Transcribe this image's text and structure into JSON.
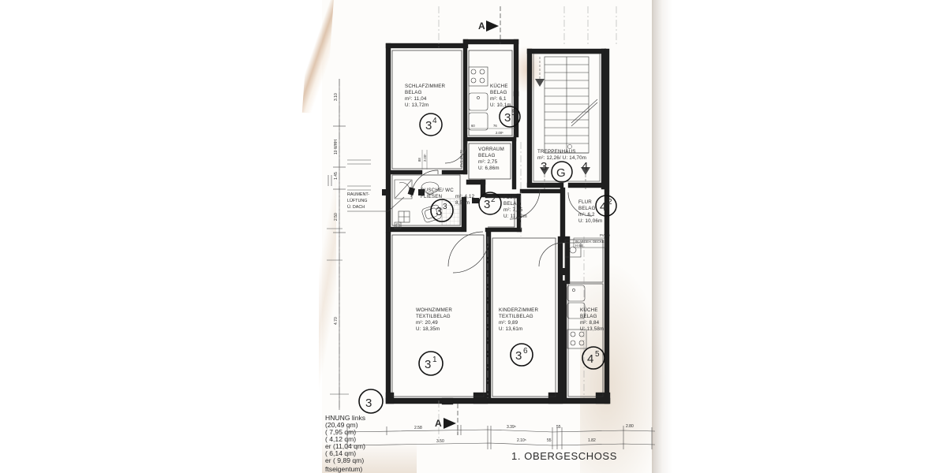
{
  "document": {
    "title": "1. OBERGESCHOSS",
    "type": "architectural-floor-plan",
    "language": "de"
  },
  "section_markers": {
    "top_label": "A",
    "bottom_label": "A"
  },
  "notes": {
    "roof_vent": "RAUMENT-\nLÜFTUNG\nÜ. DACH",
    "roof_vent_l1": "RAUMENT-",
    "roof_vent_l2": "LÜFTUNG",
    "roof_vent_l3": "Ü. DACH",
    "pvc_riser": "PVC DN 70",
    "pvc_right": "PVC D",
    "abgeh_decke_l1": "IN ABGEH. DECKE",
    "abgeh_decke_l2": "H 65)"
  },
  "rooms": [
    {
      "id": "3.4",
      "name": "SCHLAFZIMMER",
      "floor": "BELAG",
      "area_label": "m²: 11,04",
      "perimeter_label": "U:  13,72m",
      "tag_main": "3",
      "tag_sup": "4"
    },
    {
      "id": "3.5",
      "name": "KÜCHE",
      "floor": "BELAG",
      "area_label": "m²: 6,1",
      "perimeter_label": "U:  10,1m",
      "tag_main": "3",
      "tag_sup": "5"
    },
    {
      "id": "3.0",
      "name": "VORRAUM",
      "floor": "BELAG",
      "area_label": "m²: 2,75",
      "perimeter_label": "U:  6,86m",
      "tag_main": "",
      "tag_sup": ""
    },
    {
      "id": "3.3",
      "name": "DUSCHE/ WC",
      "floor": "FLIESEN",
      "area_label": "m²: 4,12",
      "perimeter_label": "8,56m",
      "tag_main": "3",
      "tag_sup": "3"
    },
    {
      "id": "3.2",
      "name": "FLUR",
      "floor": "BELAG",
      "area_label": "m²: 7,95",
      "perimeter_label": "U:  11,12m",
      "tag_main": "3",
      "tag_sup": "2"
    },
    {
      "id": "4.2",
      "name": "FLUR",
      "floor": "BELAG",
      "area_label": "m²: 6,2",
      "perimeter_label": "U:  10,06m",
      "tag_main": "4",
      "tag_sup": "2"
    },
    {
      "id": "3.1",
      "name": "WOHNZIMMER",
      "floor": "TEXTILBELAG",
      "area_label": "m²: 20,49",
      "perimeter_label": "U:  18,35m",
      "tag_main": "3",
      "tag_sup": "1"
    },
    {
      "id": "3.6",
      "name": "KINDERZIMMER",
      "floor": "TEXTILBELAG",
      "area_label": "m²: 9,89",
      "perimeter_label": "U:  13,61m",
      "tag_main": "3",
      "tag_sup": "6"
    },
    {
      "id": "4.5",
      "name": "KÜCHE",
      "floor": "BELAG",
      "area_label": "m²: 8,84",
      "perimeter_label": "U:  13,58m",
      "tag_main": "4",
      "tag_sup": "5"
    }
  ],
  "stairwell": {
    "name": "TREPPENHAUS",
    "metrics": "m²: 12,26/ U: 14,70m",
    "arrow_left_label": "3",
    "circle_label": "G",
    "arrow_right_label": "4"
  },
  "dimensions": {
    "vertical_left": [
      "3.10",
      "10 WHH",
      "1.45",
      "2.50",
      "4.70"
    ],
    "horizontal_bottom_upper": [
      "2.58",
      "3.39⁵",
      "55",
      "2.80"
    ],
    "horizontal_bottom_lower": [
      "3.50",
      "2.10⁵",
      "55",
      "1.82"
    ],
    "interior": [
      "60",
      "76",
      "2.00⁵",
      "2.00⁵",
      "88"
    ]
  },
  "legend": {
    "tag_main": "3",
    "lines": [
      "HNUNG links",
      "   (20,49 qm)",
      "   ( 7,95 qm)",
      "   ( 4,12 qm)",
      "er (11,04 qm)",
      "   ( 6,14 qm)",
      "er ( 9,89 qm)",
      "",
      "ftseigentum)"
    ]
  },
  "colors": {
    "ink": "#2a2a2a",
    "paper": "#fdfcfa",
    "wall_fill": "#1f1f1f"
  }
}
